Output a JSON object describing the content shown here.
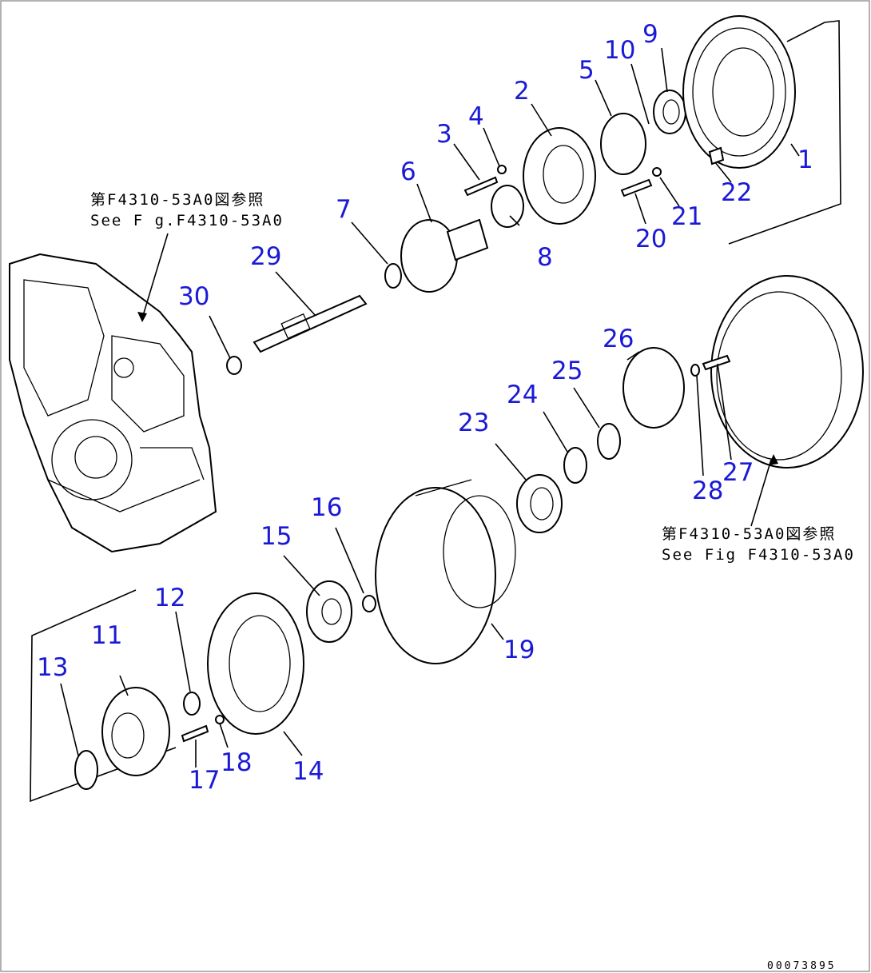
{
  "colors": {
    "callout": "#1a1ad6",
    "line": "#000000",
    "background": "#ffffff"
  },
  "references": [
    {
      "line1": "第F4310-53A0図参照",
      "line2": "See F g.F4310-53A0"
    },
    {
      "line1": "第F4310-53A0図参照",
      "line2": "See Fig F4310-53A0"
    }
  ],
  "drawing_code": "00073895",
  "callouts": [
    "1",
    "2",
    "3",
    "4",
    "5",
    "6",
    "7",
    "8",
    "9",
    "10",
    "11",
    "12",
    "13",
    "14",
    "15",
    "16",
    "17",
    "18",
    "19",
    "20",
    "21",
    "22",
    "23",
    "24",
    "25",
    "26",
    "27",
    "28",
    "29",
    "30"
  ]
}
